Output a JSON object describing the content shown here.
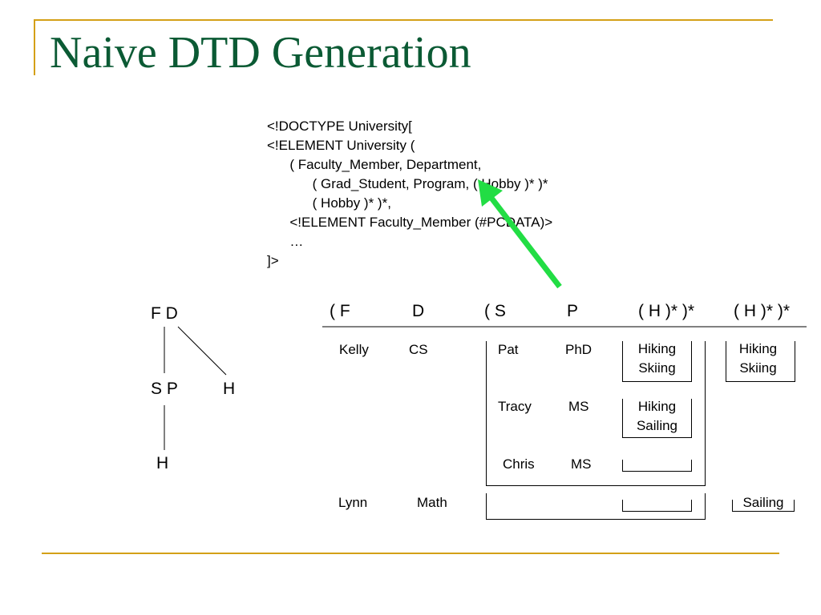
{
  "title": "Naive DTD Generation",
  "colors": {
    "title": "#0b5a34",
    "rule": "#d4a017",
    "arrow": "#22dd44"
  },
  "dtd_lines": [
    "<!DOCTYPE University[",
    "<!ELEMENT University (",
    "      ( Faculty_Member, Department,",
    "            ( Grad_Student, Program, ( Hobby )* )*",
    "            ( Hobby )* )*,",
    "      <!ELEMENT Faculty_Member (#PCDATA)>",
    "      …",
    "]>"
  ],
  "tree": {
    "root": "F D",
    "child1": "S P",
    "child2": "H",
    "leaf": "H"
  },
  "headers": [
    "( F",
    "D",
    "( S",
    "P",
    "( H )* )*",
    "( H )* )*"
  ],
  "rows": [
    {
      "f": "Kelly",
      "d": "CS",
      "students": [
        {
          "s": "Pat",
          "p": "PhD",
          "hobbies": [
            "Hiking",
            "Skiing"
          ]
        },
        {
          "s": "Tracy",
          "p": "MS",
          "hobbies": [
            "Hiking",
            "Sailing"
          ]
        },
        {
          "s": "Chris",
          "p": "MS",
          "hobbies": []
        }
      ],
      "hobbies": [
        "Hiking",
        "Skiing"
      ]
    },
    {
      "f": "Lynn",
      "d": "Math",
      "students": [],
      "hobbies": [
        "Sailing"
      ]
    }
  ]
}
